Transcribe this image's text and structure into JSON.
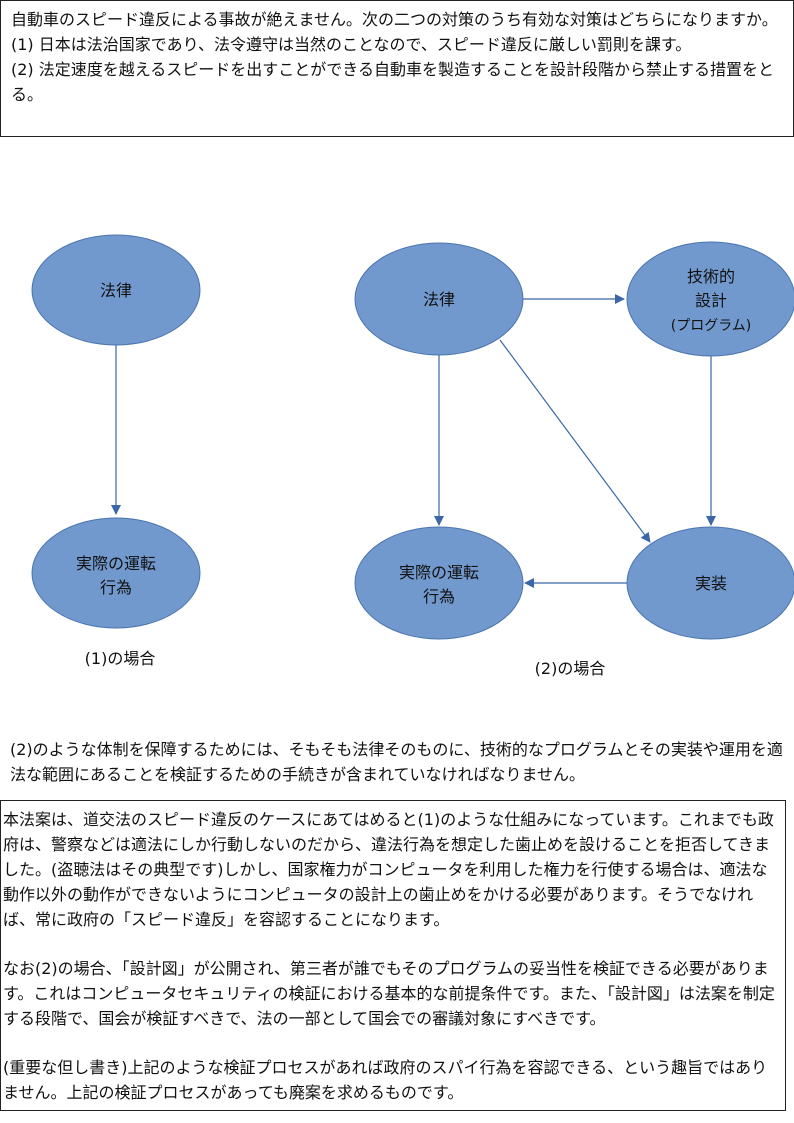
{
  "question": {
    "line1": "自動車のスピード違反による事故が絶えません。次の二つの対策のうち有効な対策はどちらになりますか。",
    "option1": "(1) 日本は法治国家であり、法令遵守は当然のことなので、スピード違反に厳しい罰則を課す。",
    "option2": "(2) 法定速度を越えるスピードを出すことができる自動車を製造することを設計段階から禁止する措置をとる。"
  },
  "diagram": {
    "colors": {
      "node_fill": "#7299CE",
      "node_stroke": "#4A74B0",
      "arrow": "#3B67A8"
    },
    "case1": {
      "caption": "(1)の場合",
      "law": "法律",
      "driving_line1": "実際の運転",
      "driving_line2": "行為"
    },
    "case2": {
      "caption": "(2)の場合",
      "law": "法律",
      "design_line1": "技術的",
      "design_line2": "設計",
      "design_line3": "(プログラム)",
      "implementation": "実装",
      "driving_line1": "実際の運転",
      "driving_line2": "行為"
    }
  },
  "middle_note": "(2)のような体制を保障するためには、そもそも法律そのものに、技術的なプログラムとその実装や運用を適法な範囲にあることを検証するための手続きが含まれていなければなりません。",
  "explanation": {
    "para1": "本法案は、道交法のスピード違反のケースにあてはめると(1)のような仕組みになっています。これまでも政府は、警察などは適法にしか行動しないのだから、違法行為を想定した歯止めを設けることを拒否してきました。(盗聴法はその典型です)しかし、国家権力がコンピュータを利用した権力を行使する場合は、適法な動作以外の動作ができないようにコンピュータの設計上の歯止めをかける必要があります。そうでなければ、常に政府の「スピード違反」を容認することになります。",
    "para2": "なお(2)の場合、「設計図」が公開され、第三者が誰でもそのプログラムの妥当性を検証できる必要があります。これはコンピュータセキュリティの検証における基本的な前提条件です。また、「設計図」は法案を制定する段階で、国会が検証すべきで、法の一部として国会での審議対象にすべきです。",
    "para3": "(重要な但し書き)上記のような検証プロセスがあれば政府のスパイ行為を容認できる、という趣旨ではありません。上記の検証プロセスがあっても廃案を求めるものです。"
  }
}
